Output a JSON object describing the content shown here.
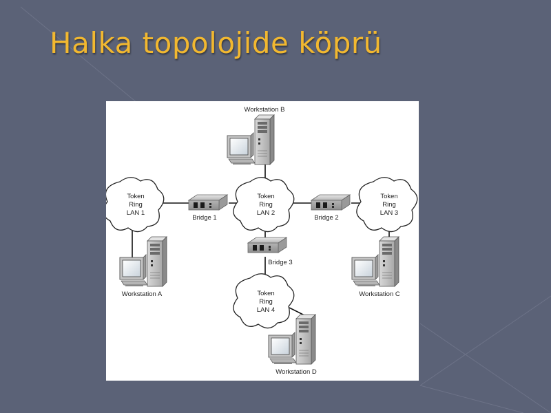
{
  "slide": {
    "title": "Halka topolojide köprü"
  },
  "colors": {
    "background": "#5b6277",
    "title": "#f2b830",
    "panel": "#ffffff"
  },
  "diagram": {
    "rings": [
      {
        "id": "lan1",
        "lines": [
          "Token",
          "Ring",
          "LAN 1"
        ]
      },
      {
        "id": "lan2",
        "lines": [
          "Token",
          "Ring",
          "LAN 2"
        ]
      },
      {
        "id": "lan3",
        "lines": [
          "Token",
          "Ring",
          "LAN 3"
        ]
      },
      {
        "id": "lan4",
        "lines": [
          "Token",
          "Ring",
          "LAN 4"
        ]
      }
    ],
    "bridges": [
      {
        "id": "bridge1",
        "label": "Bridge 1"
      },
      {
        "id": "bridge2",
        "label": "Bridge 2"
      },
      {
        "id": "bridge3",
        "label": "Bridge 3"
      }
    ],
    "workstations": [
      {
        "id": "wsA",
        "label": "Workstation A"
      },
      {
        "id": "wsB",
        "label": "Workstation B"
      },
      {
        "id": "wsC",
        "label": "Workstation C"
      },
      {
        "id": "wsD",
        "label": "Workstation D"
      }
    ]
  }
}
